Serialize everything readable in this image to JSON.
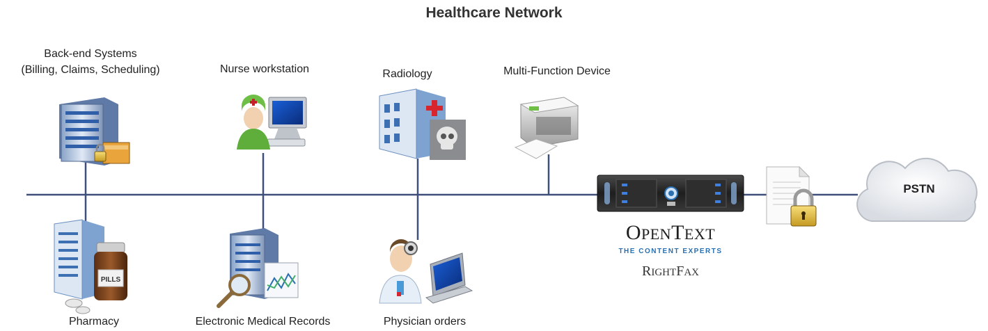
{
  "title": "Healthcare Network",
  "nodes": {
    "backend": {
      "line1": "Back-end Systems",
      "line2": "(Billing, Claims, Scheduling)"
    },
    "nurse": {
      "label": "Nurse workstation"
    },
    "radiology": {
      "label": "Radiology"
    },
    "mfd": {
      "label": "Multi-Function Device"
    },
    "pharmacy": {
      "label": "Pharmacy",
      "bottle_text": "PILLS"
    },
    "emr": {
      "label": "Electronic Medical Records"
    },
    "physician": {
      "label": "Physician orders"
    },
    "pstn": {
      "label": "PSTN"
    }
  },
  "brand": {
    "open_cap": "O",
    "open_rest": "PEN",
    "text_cap": "T",
    "text_rest": "EXT",
    "tagline": "THE CONTENT EXPERTS",
    "product_cap1": "R",
    "product_rest1": "IGHT",
    "product_cap2": "F",
    "product_rest2": "AX"
  },
  "colors": {
    "network_line": "#3f4f7a",
    "accent_blue": "#2a6fb0",
    "server_dark": "#2b2b2b",
    "nurse_green": "#5fae3b"
  }
}
